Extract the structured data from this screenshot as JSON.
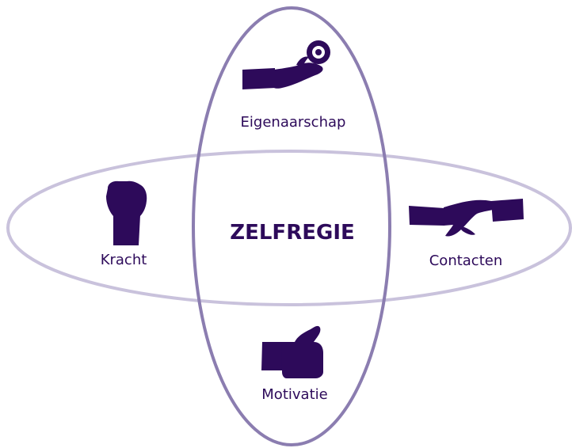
{
  "diagram": {
    "center_label": "ZELFREGIE",
    "nodes": {
      "top": {
        "label": "Eigenaarschap",
        "icon": "hand-offering-target-icon"
      },
      "left": {
        "label": "Kracht",
        "icon": "raised-fist-icon"
      },
      "right": {
        "label": "Contacten",
        "icon": "reaching-hand-icon"
      },
      "bottom": {
        "label": "Motivatie",
        "icon": "thumbs-up-icon"
      }
    }
  },
  "colors": {
    "primary": "#2d0a5a",
    "vertical_ellipse": "#8b7db0",
    "horizontal_ellipse": "#c9c2dc",
    "background": "#ffffff"
  }
}
